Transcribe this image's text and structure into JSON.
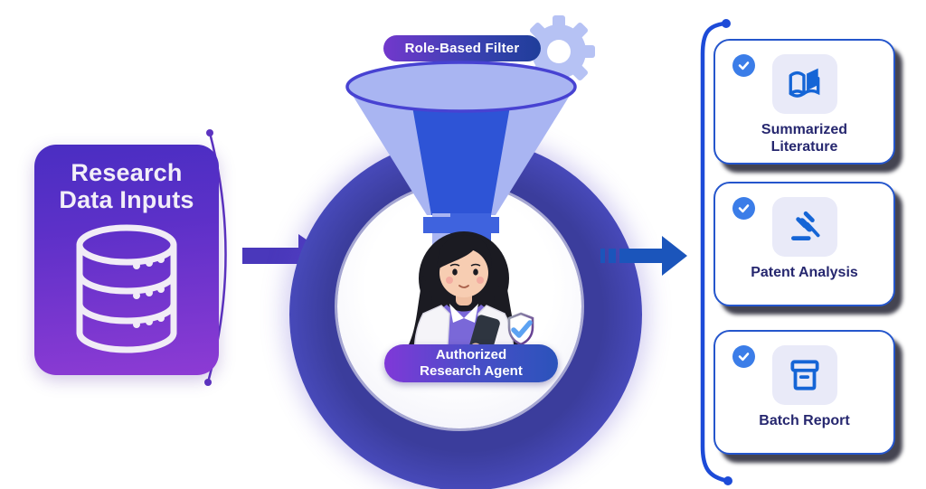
{
  "input_box": {
    "line1": "Research",
    "line2": "Data Inputs",
    "icon": "database-icon"
  },
  "filter_pill": {
    "label": "Role-Based Filter",
    "icon": "gear-icon"
  },
  "agent_pill": {
    "line1": "Authorized",
    "line2": "Research Agent",
    "icons": [
      "researcher-illustration",
      "shield-check-icon"
    ]
  },
  "cards": [
    {
      "label": "Summarized Literature",
      "icon": "open-book-icon",
      "checked": true
    },
    {
      "label": "Patent Analysis",
      "icon": "gavel-icon",
      "checked": true
    },
    {
      "label": "Batch Report",
      "icon": "archive-box-icon",
      "checked": true
    }
  ],
  "colors": {
    "box_gradient_top": "#4a2ec2",
    "box_gradient_bottom": "#8d3bd4",
    "funnel_light": "#a9b5f2",
    "funnel_dark": "#2e54d6",
    "glow_inner": "#3c3e9e",
    "glow_outer": "#5150c8",
    "left_arrow": "#4a38bb",
    "right_arrow": "#1b55bb",
    "card_border": "#2556cc",
    "card_text": "#26276f",
    "check_badge": "#3b7de8",
    "card_icon_blue": "#1565d6",
    "bracket_blue": "#1d4bd8",
    "gear_periwinkle": "#b6c2f4"
  }
}
